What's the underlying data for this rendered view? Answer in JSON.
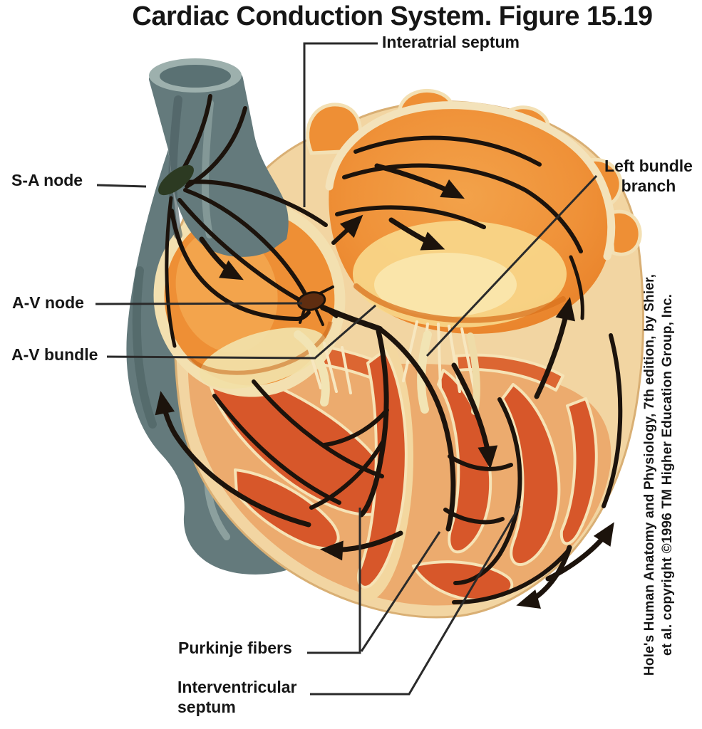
{
  "title": "Cardiac Conduction System. Figure 15.19",
  "labels": {
    "interatrial_septum": "Interatrial septum",
    "sa_node": "S-A node",
    "av_node": "A-V node",
    "av_bundle": "A-V bundle",
    "left_bundle_branch": {
      "line1": "Left bundle",
      "line2": "branch"
    },
    "purkinje_fibers": "Purkinje fibers",
    "interventricular_septum": {
      "line1": "Interventricular",
      "line2": "septum"
    }
  },
  "attribution": {
    "line1": "Hole's Human Anatomy and Physiology, 7th edition, by Shier,",
    "line2": "et al. copyright ©1996 TM Higher Education Group, Inc."
  },
  "colors": {
    "background": "#ffffff",
    "text": "#161616",
    "leader_line": "#2a2a2a",
    "conduction_black": "#1c130c",
    "vessel_grey": "#647a7c",
    "vessel_grey_dark": "#4b6063",
    "vessel_grey_light": "#9db0ad",
    "heart_wall_cream": "#f2d5a2",
    "heart_wall_edge": "#d9af74",
    "atrium_orange": "#ee8f35",
    "atrium_orange_deep": "#d9731f",
    "atrium_highlight": "#f8d88c",
    "muscle_tan": "#ecab6e",
    "ventricle_red": "#d7572a",
    "chordae_cream": "#f7e7c0",
    "sa_node_color": "#2c3a22",
    "av_node_color": "#5f2d10"
  }
}
